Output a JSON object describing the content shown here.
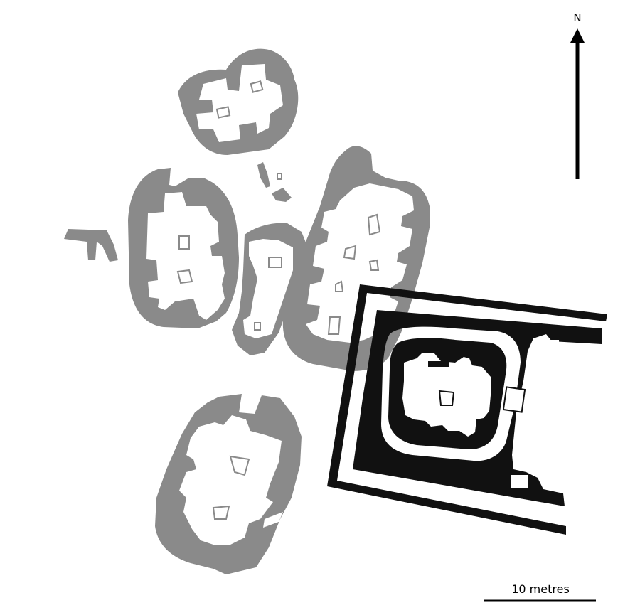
{
  "north_arrow": {
    "label": "N"
  },
  "scale_bar": {
    "label": "10 metres",
    "length_m": 10
  },
  "colors": {
    "earlier_structures": "#8a8a8a",
    "later_structure": "#111111",
    "background": "#ffffff"
  }
}
